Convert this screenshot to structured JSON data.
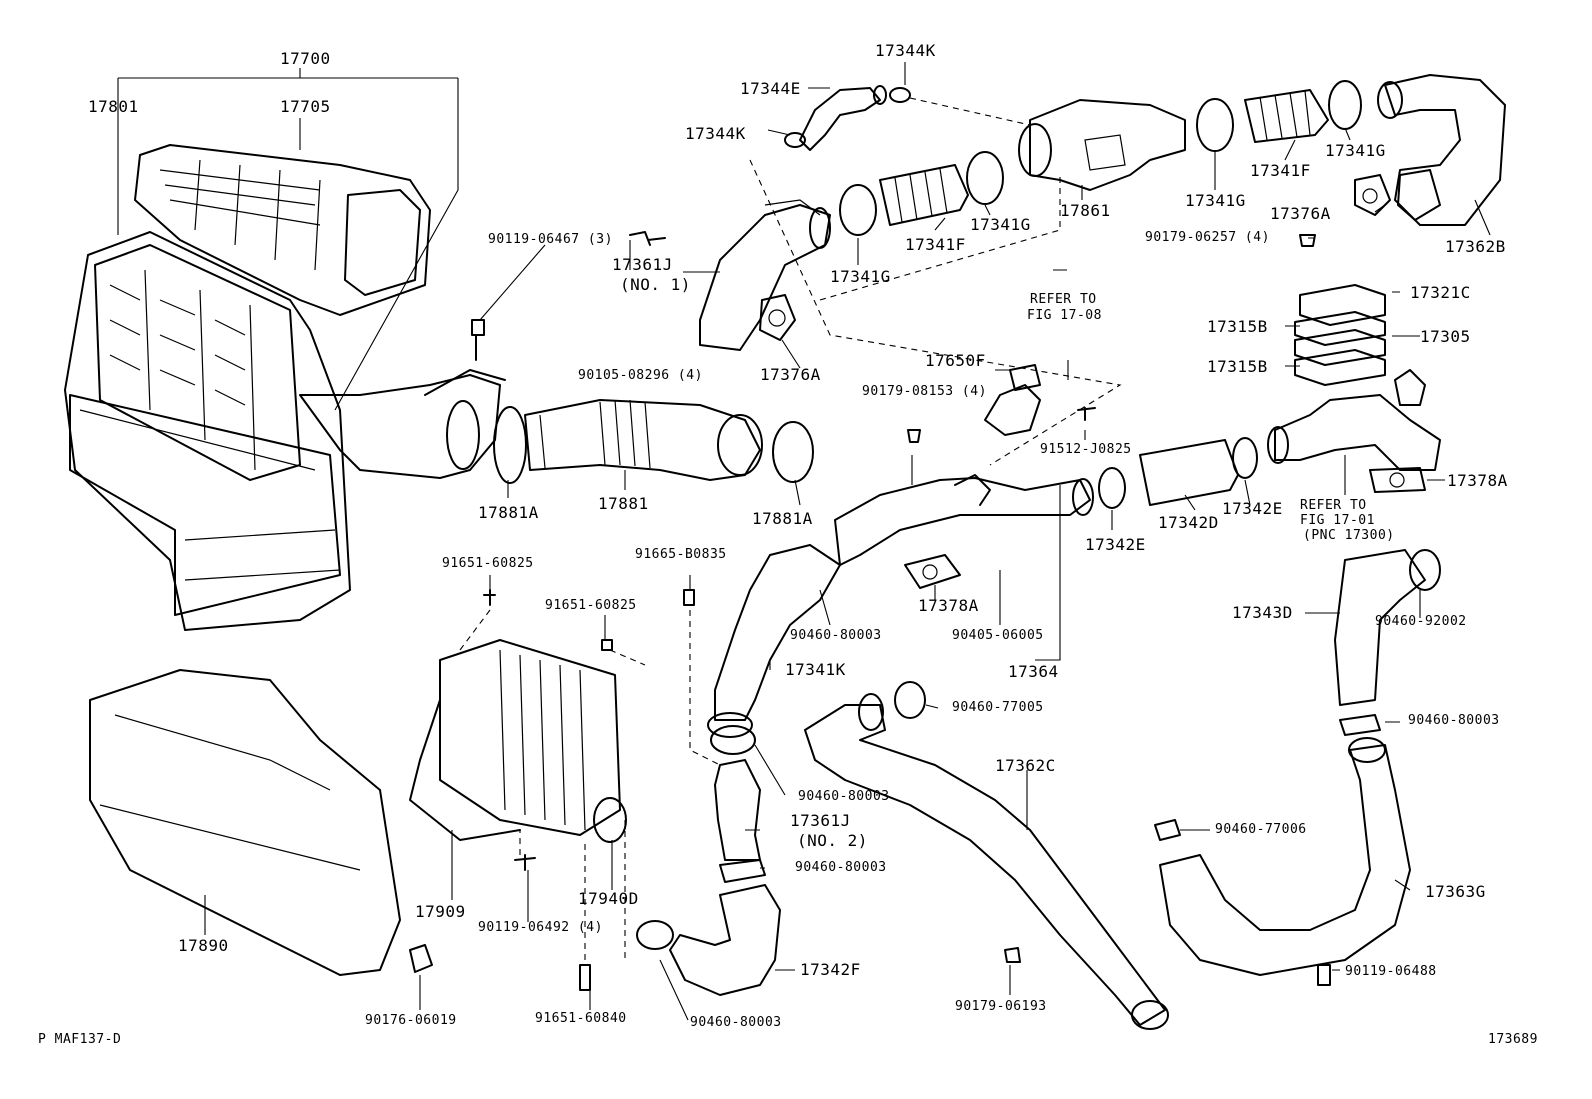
{
  "diagram": {
    "part_labels": [
      "17700",
      "17801",
      "17705",
      "17344K",
      "17344E",
      "17344K",
      "90119-06467 (3)",
      "17361J",
      "(NO. 1)",
      "90105-08296 (4)",
      "17376A",
      "17341G",
      "17341F",
      "17341G",
      "17861",
      "17341G",
      "17341F",
      "17341G",
      "17376A",
      "17362B",
      "90179-06257 (4)",
      "17321C",
      "17315B",
      "17305",
      "17315B",
      "REFER TO",
      "FIG 17-08",
      "17650F",
      "90179-08153 (4)",
      "91512-J0825",
      "17881A",
      "17881",
      "17881A",
      "17342D",
      "17342E",
      "17342E",
      "17378A",
      "REFER TO",
      "FIG 17-01",
      "(PNC 17300)",
      "91651-60825",
      "91665-B0835",
      "91651-60825",
      "90460-80003",
      "17378A",
      "90405-06005",
      "17364",
      "17343D",
      "90460-92002",
      "17341K",
      "90460-77005",
      "90460-80003",
      "17362C",
      "90460-80003",
      "17361J",
      "(NO. 2)",
      "90460-80003",
      "90460-77006",
      "17363G",
      "90119-06488",
      "17909",
      "17940D",
      "90119-06492 (4)",
      "17342F",
      "17890",
      "90176-06019",
      "91651-60840",
      "90460-80003",
      "90179-06193",
      "P MAF137-D",
      "173689"
    ]
  }
}
